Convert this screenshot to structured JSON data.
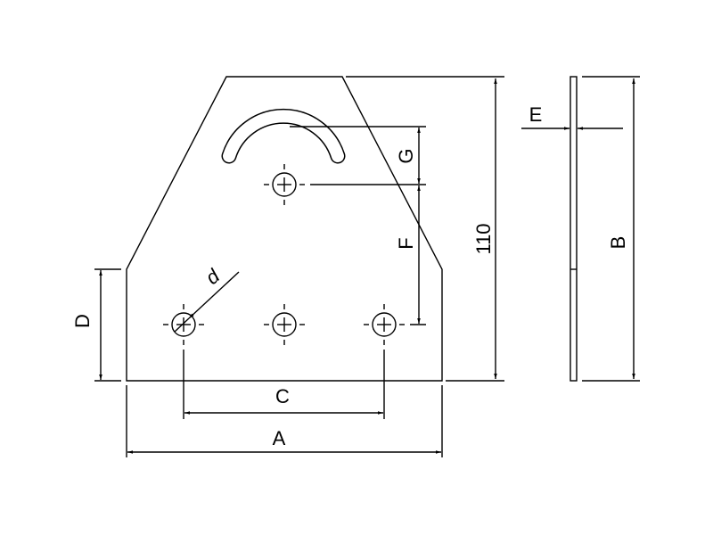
{
  "labels": {
    "A": "A",
    "B": "B",
    "C": "C",
    "D": "D",
    "E": "E",
    "F": "F",
    "G": "G",
    "height": "110",
    "d": "d"
  },
  "colors": {
    "line": "#000000",
    "background": "#ffffff"
  }
}
